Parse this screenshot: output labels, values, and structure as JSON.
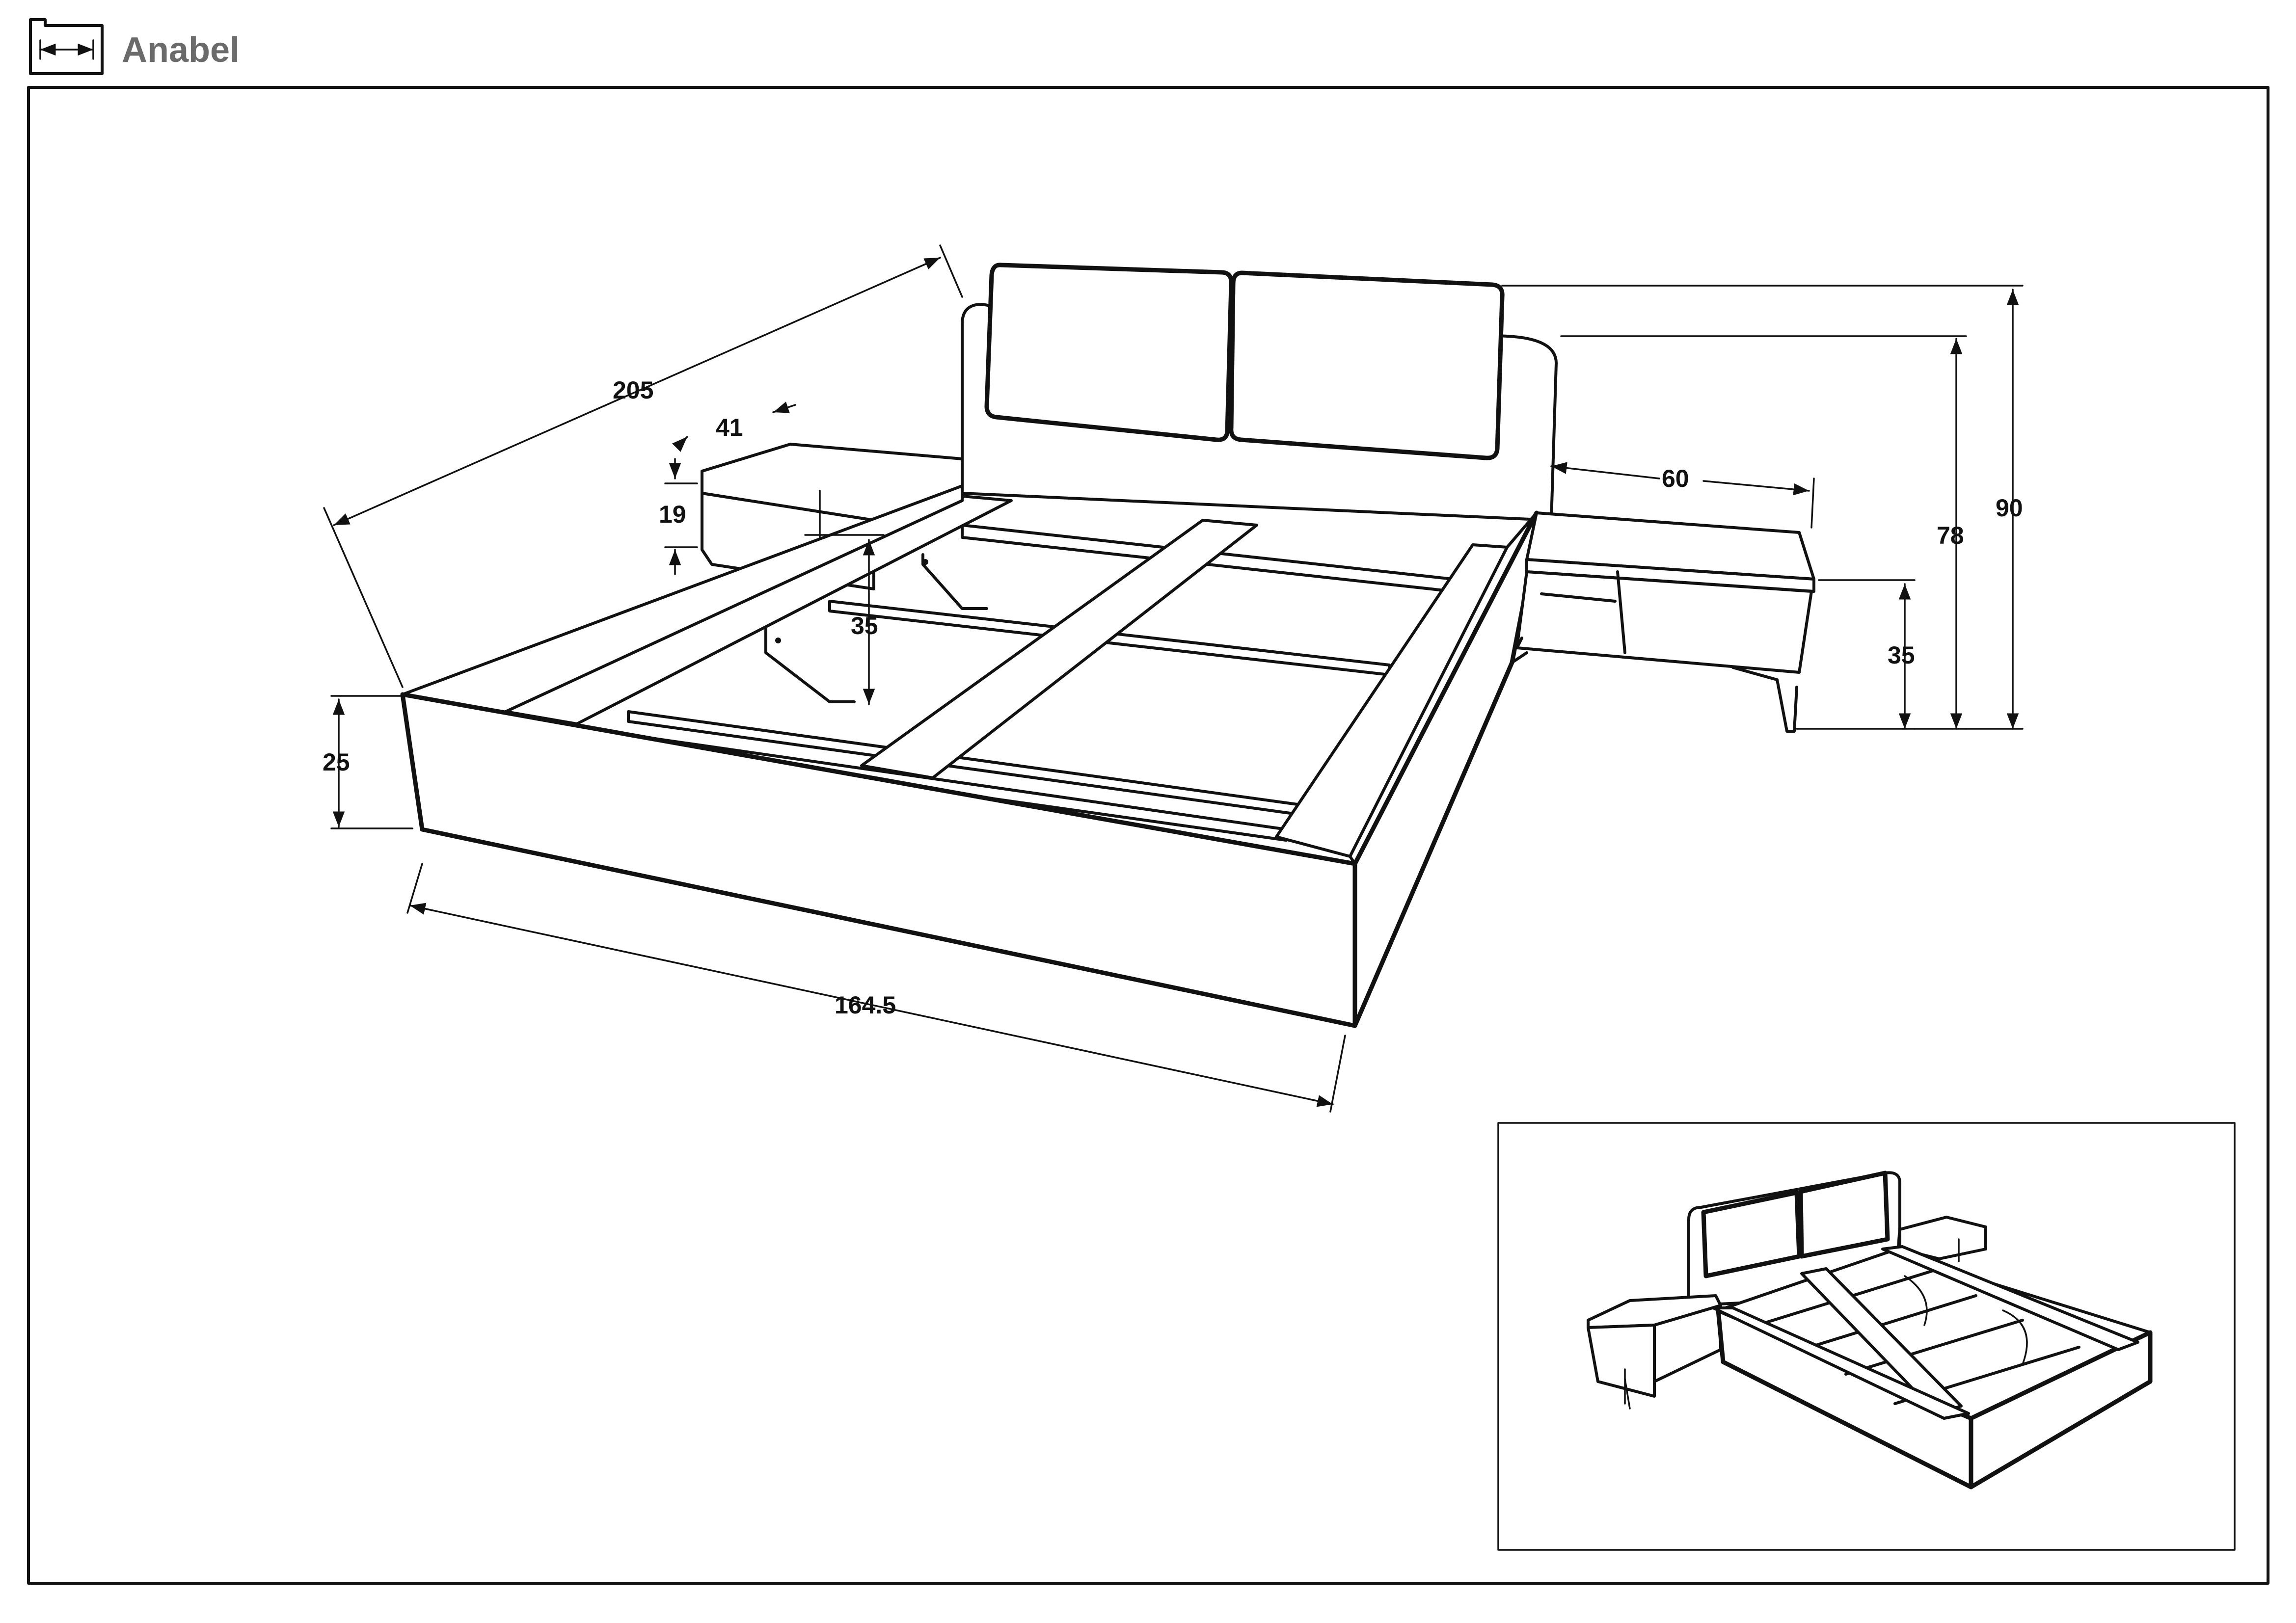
{
  "header": {
    "product_name": "Anabel",
    "icon": "dimensions-icon"
  },
  "dimensions": {
    "bed_length": "205",
    "bed_width": "164.5",
    "bed_frame_height": "25",
    "slat_height": "35",
    "nightstand_depth": "41",
    "nightstand_thickness": "19",
    "nightstand_width": "60",
    "nightstand_height": "35",
    "headboard_side_height": "78",
    "headboard_total_height": "90"
  },
  "colors": {
    "line": "#111111",
    "title": "#6b6b6b",
    "background": "#ffffff"
  }
}
